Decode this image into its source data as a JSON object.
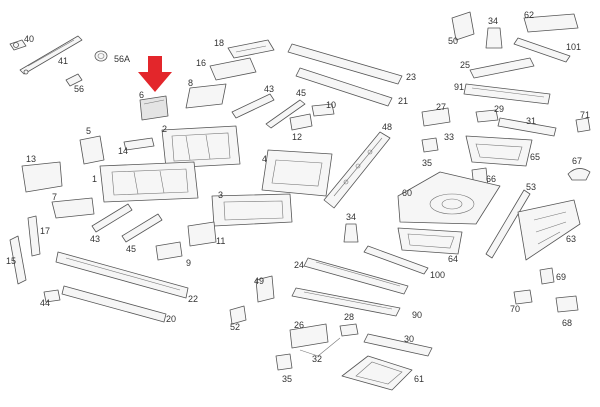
{
  "highlight_color": "#e3262b",
  "highlighted_part": "6",
  "labels": [
    "40",
    "41",
    "56A",
    "56",
    "18",
    "16",
    "8",
    "6",
    "5",
    "14",
    "2",
    "43",
    "45",
    "10",
    "12",
    "4",
    "13",
    "1",
    "3",
    "7",
    "17",
    "43",
    "45",
    "11",
    "9",
    "15",
    "44",
    "22",
    "20",
    "50",
    "34",
    "62",
    "101",
    "25",
    "23",
    "21",
    "91",
    "27",
    "29",
    "31",
    "71",
    "33",
    "35",
    "65",
    "67",
    "48",
    "66",
    "60",
    "53",
    "34",
    "24",
    "100",
    "64",
    "63",
    "69",
    "49",
    "90",
    "52",
    "70",
    "68",
    "26",
    "28",
    "30",
    "32",
    "35",
    "61"
  ]
}
